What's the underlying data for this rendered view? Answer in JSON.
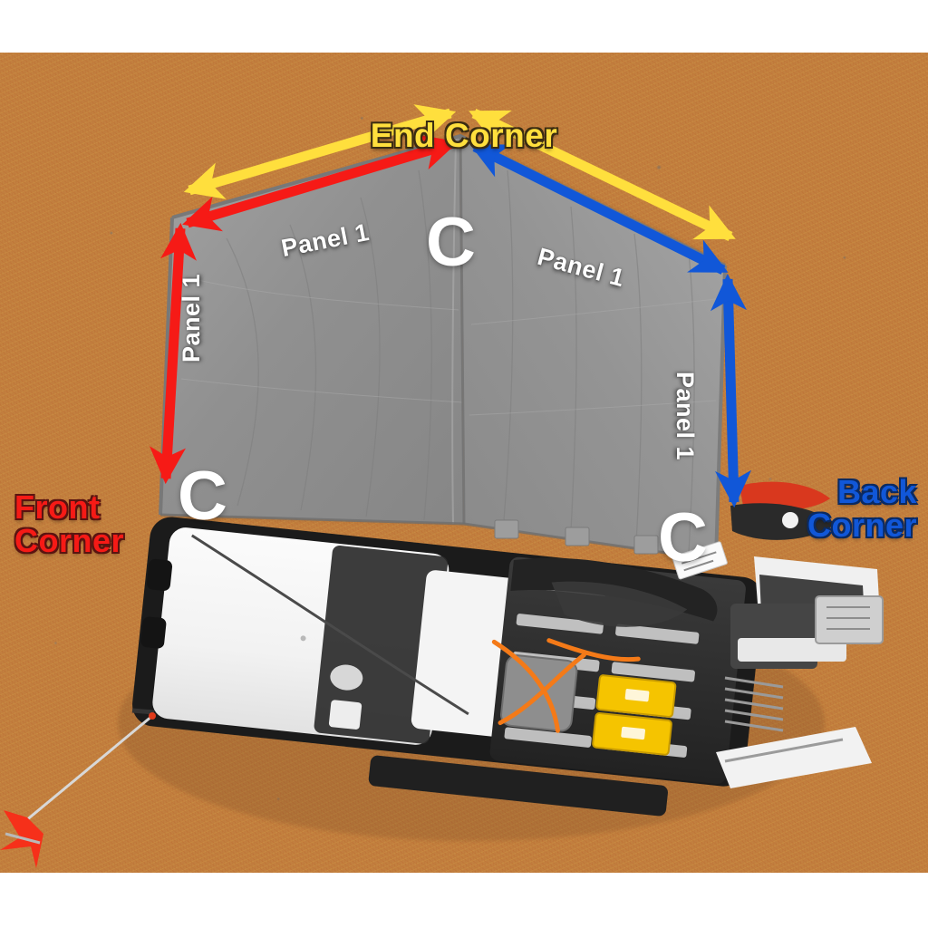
{
  "image": {
    "kind": "annotated-photograph",
    "subject": "Aerial view of 4WD vehicle with 270 degree awning deployed on red dirt ground",
    "frame_color": "#ffffff"
  },
  "colors": {
    "end_corner": "#ffdf3d",
    "front_corner": "#f61a16",
    "back_corner": "#1157d8",
    "panel_label": "#ffffff",
    "corner_marker": "#ffffff",
    "ground": "#c2803f",
    "awning": "#9a9a9a"
  },
  "labels": {
    "end_corner": "End Corner",
    "front_corner": "Front\nCorner",
    "back_corner": "Back\nCorner"
  },
  "panels": [
    {
      "id": "panel-top-left",
      "label": "Panel 1"
    },
    {
      "id": "panel-top-right",
      "label": "Panel 1"
    },
    {
      "id": "panel-left",
      "label": "Panel 1"
    },
    {
      "id": "panel-right",
      "label": "Panel 1"
    }
  ],
  "corner_markers": [
    {
      "id": "corner-end",
      "label": "C"
    },
    {
      "id": "corner-front",
      "label": "C"
    },
    {
      "id": "corner-back",
      "label": "C"
    }
  ],
  "arrows": [
    {
      "id": "yellow-left",
      "color": "#ffdf3d",
      "from": "end-corner",
      "to": "front-top-corner",
      "double_headed": false
    },
    {
      "id": "yellow-right",
      "color": "#ffdf3d",
      "from": "end-corner",
      "to": "back-top-corner",
      "double_headed": false
    },
    {
      "id": "red-top",
      "color": "#f61a16",
      "from": "front-top-corner",
      "to": "end-corner",
      "double_headed": true
    },
    {
      "id": "red-side",
      "color": "#f61a16",
      "from": "front-top-corner",
      "to": "front-corner",
      "double_headed": true
    },
    {
      "id": "blue-top",
      "color": "#1157d8",
      "from": "back-top-corner",
      "to": "end-corner",
      "double_headed": true
    },
    {
      "id": "blue-side",
      "color": "#1157d8",
      "from": "back-top-corner",
      "to": "back-corner",
      "double_headed": true
    }
  ]
}
